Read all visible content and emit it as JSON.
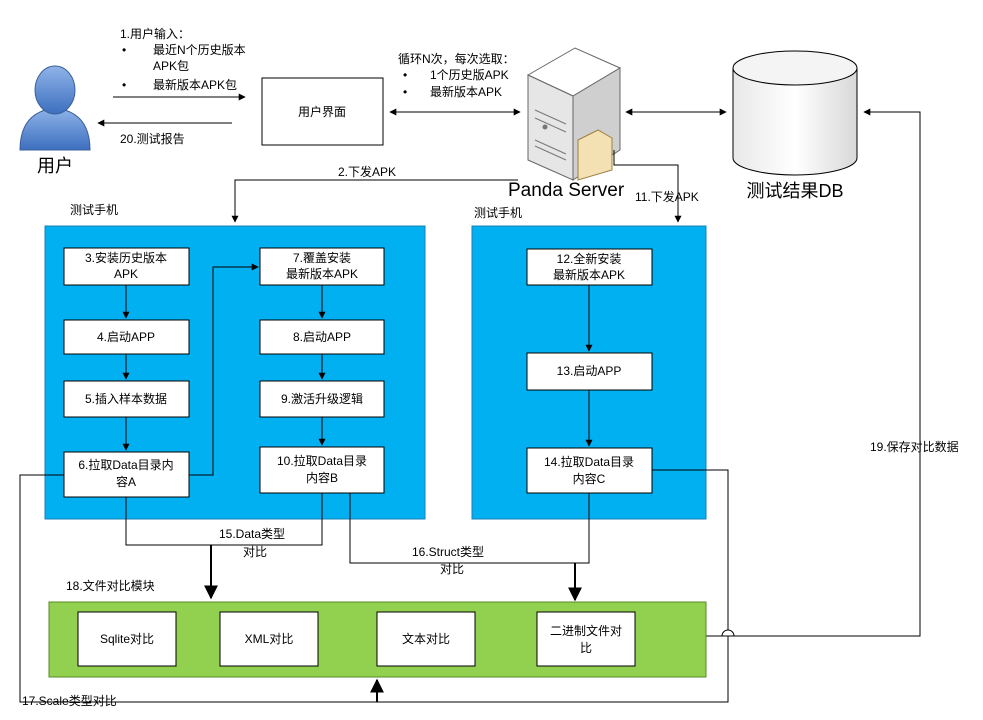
{
  "actors": {
    "user": "用户",
    "server": "Panda Server",
    "db": "测试结果DB"
  },
  "ui_box": "用户界面",
  "annotations": {
    "user_input_title": "1.用户输入：",
    "user_input_bullets": [
      "最近N个历史版本",
      "APK包",
      "最新版本APK包"
    ],
    "loop_title": "循环N次，每次选取：",
    "loop_bullets": [
      "1个历史版APK",
      "最新版本APK"
    ],
    "report": "20.测试报告",
    "dispatch_left": "2.下发APK",
    "dispatch_right": "11.下发APK",
    "save_compare": "19.保存对比数据",
    "data_compare": [
      "15.Data类型",
      "对比"
    ],
    "struct_compare": [
      "16.Struct类型",
      "对比"
    ],
    "scale_compare": "17.Scale类型对比"
  },
  "phone_left": {
    "label": "测试手机",
    "col_a": [
      [
        "3.安装历史版本",
        "APK"
      ],
      [
        "4.启动APP"
      ],
      [
        "5.插入样本数据"
      ],
      [
        "6.拉取Data目录内",
        "容A"
      ]
    ],
    "col_b": [
      [
        "7.覆盖安装",
        "最新版本APK"
      ],
      [
        "8.启动APP"
      ],
      [
        "9.激活升级逻辑"
      ],
      [
        "10.拉取Data目录",
        "内容B"
      ]
    ]
  },
  "phone_right": {
    "label": "测试手机",
    "steps": [
      [
        "12.全新安装",
        "最新版本APK"
      ],
      [
        "13.启动APP"
      ],
      [
        "14.拉取Data目录",
        "内容C"
      ]
    ]
  },
  "compare_module": {
    "label": "18.文件对比模块",
    "items": [
      [
        "Sqlite对比"
      ],
      [
        "XML对比"
      ],
      [
        "文本对比"
      ],
      [
        "二进制文件对",
        "比"
      ]
    ]
  },
  "colors": {
    "phone_fill": "#00b0f0",
    "module_fill": "#92d050",
    "user_fill": "#5b8bd0",
    "server_fill": "#f2f2f2"
  }
}
